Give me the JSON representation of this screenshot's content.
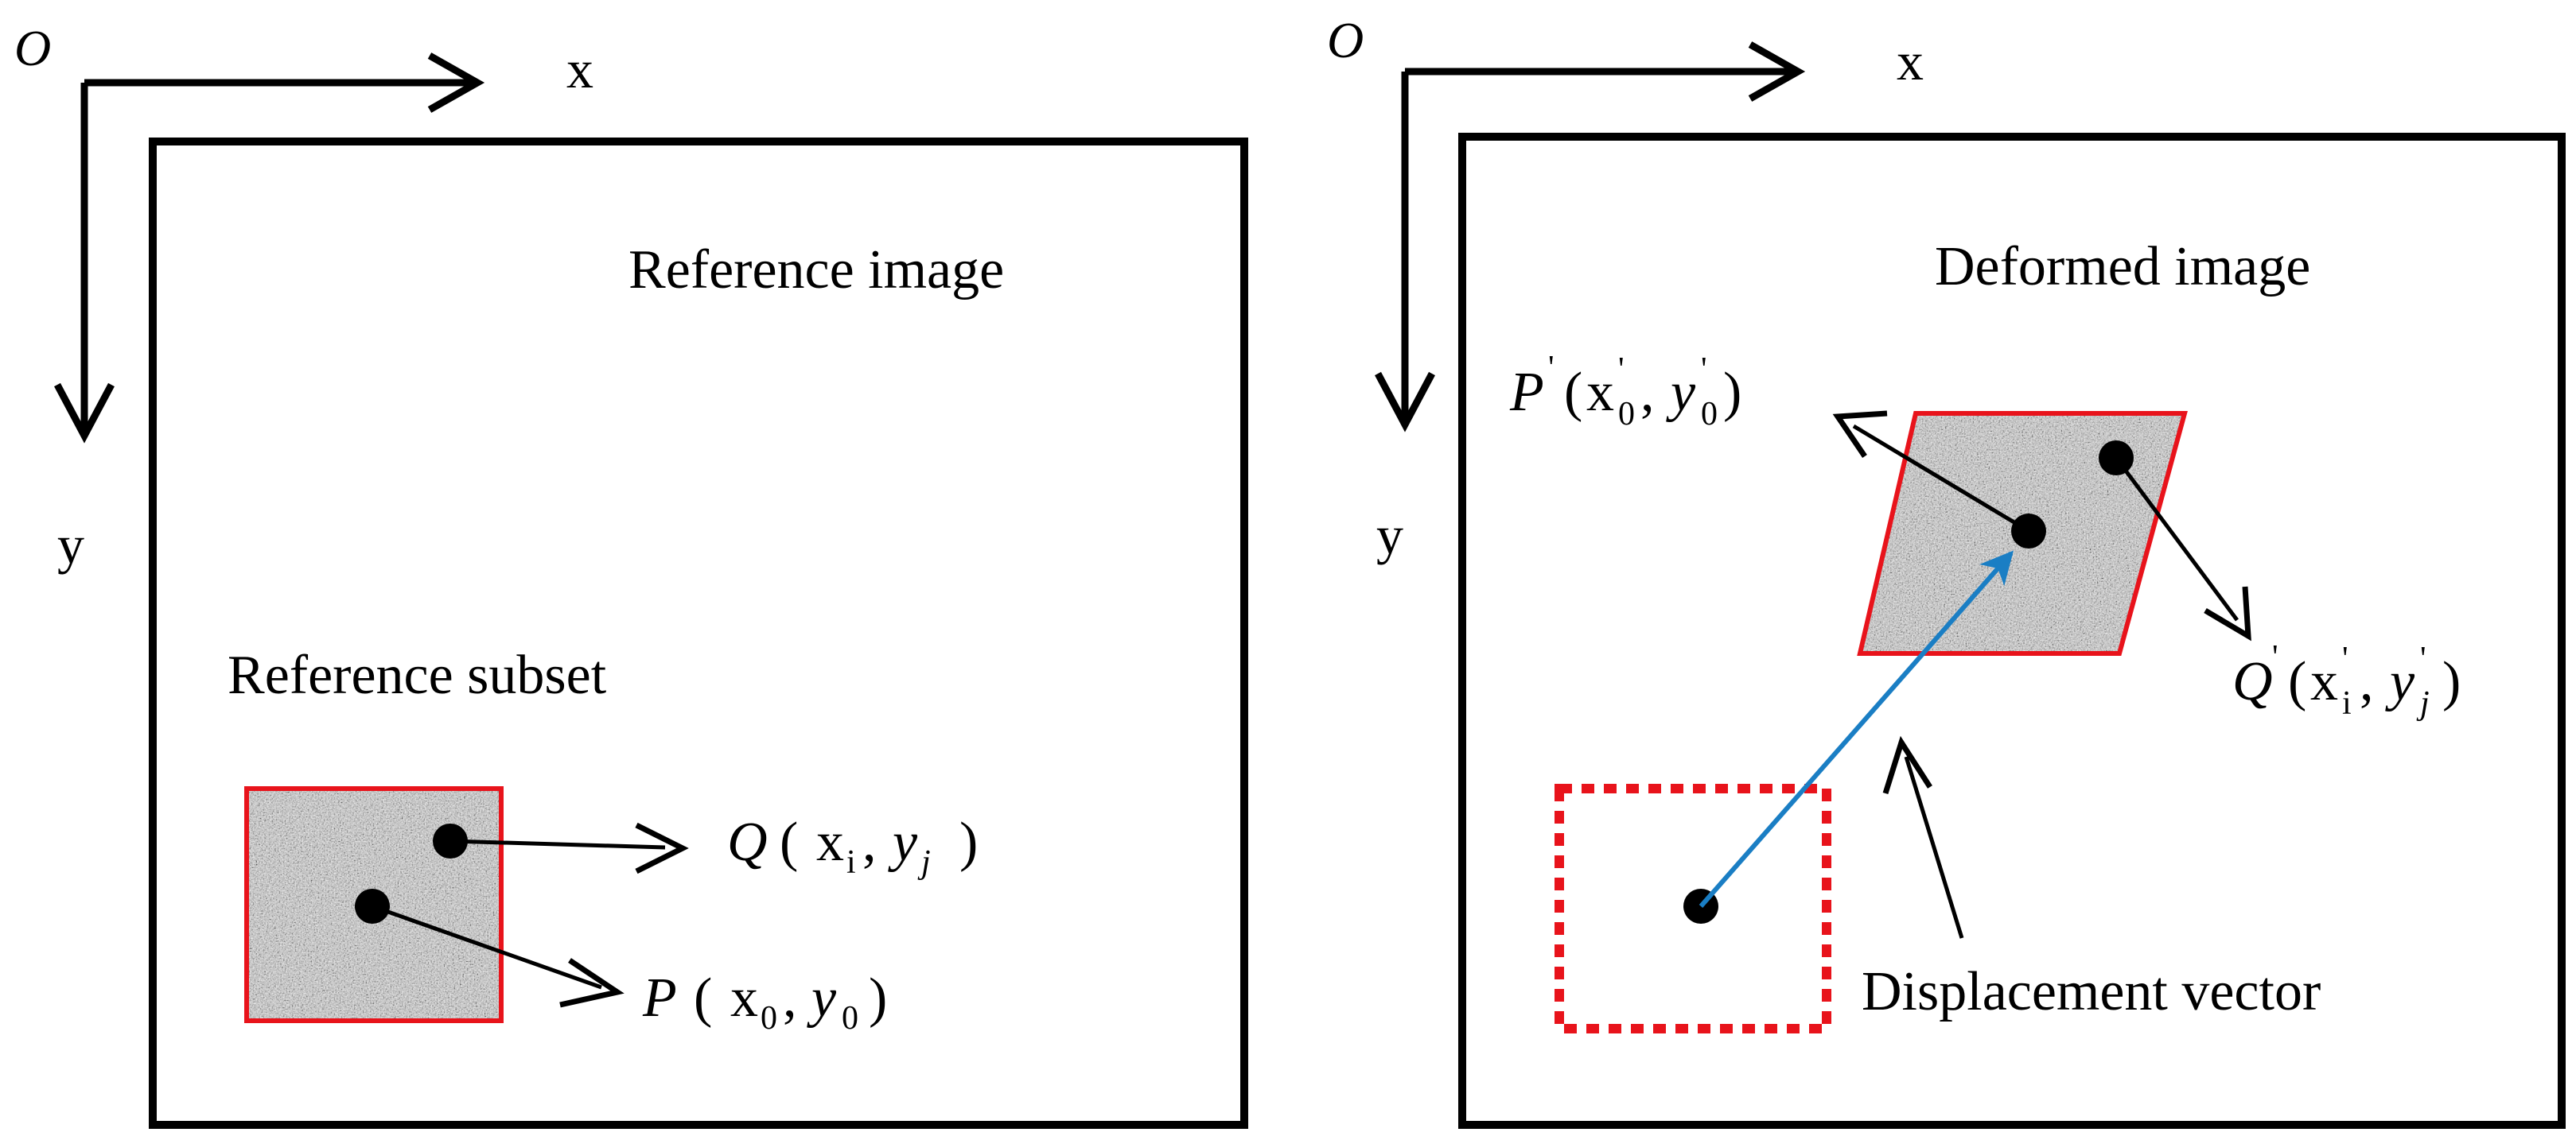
{
  "axes": {
    "origin": "O",
    "x": "x",
    "y": "y"
  },
  "left_panel": {
    "title": "Reference image",
    "subset_label": "Reference subset",
    "point_q": {
      "letter": "Q",
      "open": "(",
      "x": "x",
      "x_sub": "i",
      "comma": ",",
      "y": "y",
      "y_sub": "j",
      "close": ")"
    },
    "point_p": {
      "letter": "P",
      "open": "(",
      "x": "x",
      "x_sub": "0",
      "comma": ",",
      "y": "y",
      "y_sub": "0",
      "close": ")"
    }
  },
  "right_panel": {
    "title": "Deformed image",
    "vector_label": "Displacement vector",
    "point_p": {
      "letter": "P",
      "prime": "'",
      "open": "(",
      "x": "x",
      "x_sub": "0",
      "comma": ",",
      "y": "y",
      "y_sub": "0",
      "close": ")"
    },
    "point_q": {
      "letter": "Q",
      "prime": "'",
      "open": "(",
      "x": "x",
      "x_sub": "i",
      "comma": ",",
      "y": "y",
      "y_sub": "j",
      "close": ")"
    }
  },
  "colors": {
    "frame": "#000000",
    "subset_border": "#e8131b",
    "displacement": "#1a7ec4",
    "speckle_base": "#c9c9c9"
  },
  "icons": [
    "arrow-icon",
    "point-marker-icon",
    "speckle-pattern"
  ]
}
